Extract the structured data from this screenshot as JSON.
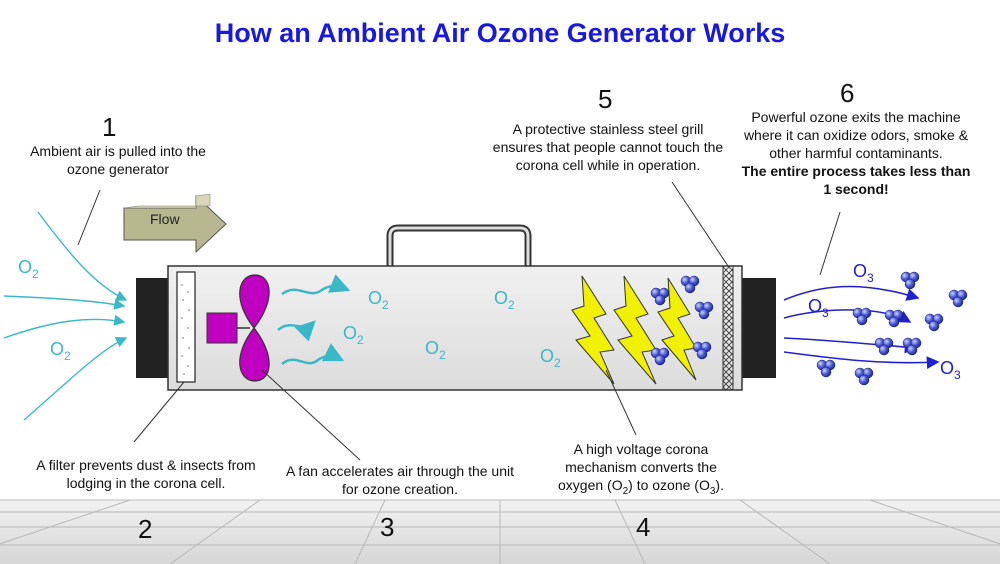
{
  "title": "How an Ambient Air Ozone Generator Works",
  "steps": {
    "s1": {
      "number": "1",
      "text": "Ambient air is pulled into the ozone generator"
    },
    "s2": {
      "number": "2",
      "text": "A filter prevents dust & insects from lodging in the corona cell."
    },
    "s3": {
      "number": "3",
      "text": "A fan accelerates air through the unit for ozone creation."
    },
    "s4": {
      "number": "4",
      "line1": "A high voltage corona",
      "line2": "mechanism converts the",
      "pre": "oxygen (O",
      "sub1": "2",
      "mid": ") to ozone (O",
      "sub2": "3",
      "post": ")."
    },
    "s5": {
      "number": "5",
      "text": "A protective stainless steel grill ensures that people cannot touch the corona cell while in operation."
    },
    "s6": {
      "number": "6",
      "text": "Powerful ozone exits the machine where it can oxidize odors, smoke & other harmful contaminants.",
      "bold": "The entire process takes less than 1 second!"
    }
  },
  "flow_label": "Flow",
  "labels": {
    "o2": "O",
    "o2_sub": "2",
    "o3": "O",
    "o3_sub": "3"
  },
  "colors": {
    "title": "#1818e0",
    "air": "#3ab8c8",
    "ozone": "#2020d0",
    "fan": "#c000c0",
    "bolt": "#f0f000",
    "body": "#e6e6e6"
  }
}
